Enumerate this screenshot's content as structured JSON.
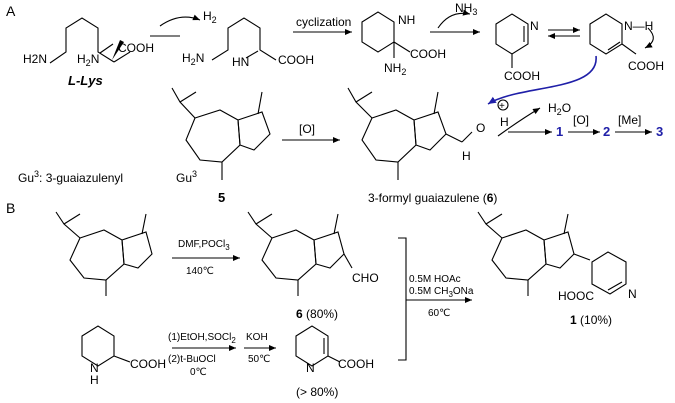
{
  "panels": {
    "a": "A",
    "b": "B"
  },
  "panel_a": {
    "lys": {
      "nh2_left": "H2N",
      "nh2_sub": "2",
      "n_h": "N",
      "h2": "H",
      "h2_sub": "2",
      "cooh": "COOH",
      "name": "L-Lys"
    },
    "h2_release": {
      "label": "H",
      "sub": "2"
    },
    "imine": {
      "h2n": "H2N",
      "hn": "HN",
      "cooh": "COOH"
    },
    "cyclization_label": "cyclization",
    "cyclic_aminal": {
      "nh": "NH",
      "cooh": "COOH",
      "nh2": "NH",
      "nh2_sub": "2"
    },
    "nh3_release": {
      "label": "NH",
      "sub": "3"
    },
    "pyrroline": {
      "n": "N",
      "cooh": "COOH"
    },
    "enamine": {
      "nh": "N—H",
      "cooh": "COOH"
    },
    "gu_legend": {
      "sup": "3",
      "text": ": 3-guaiazulenyl",
      "prefix": "Gu"
    },
    "compound5": {
      "gu": "Gu",
      "gu_sup": "3",
      "label": "5"
    },
    "oxidation1": "[O]",
    "formyl": {
      "h": "H",
      "o": "O",
      "label": "3-formyl guaiazulene (",
      "label_num": "6",
      "label_end": ")"
    },
    "proton": {
      "plus": "+",
      "h": "H"
    },
    "water": {
      "label": "H",
      "sub": "2",
      "o": "O"
    },
    "steps": {
      "c1": "1",
      "ox": "[O]",
      "c2": "2",
      "me": "[Me]",
      "c3": "3"
    }
  },
  "panel_b": {
    "step1": {
      "reagent": "DMF,POCl",
      "reagent_sub": "3",
      "temp": "140℃"
    },
    "cho": "CHO",
    "product6": {
      "num": "6",
      "yield": " (80%)"
    },
    "step2": {
      "r1": "(1)EtOH,SOCl",
      "r1_sub": "2",
      "r2": "(2)t-BuOCl",
      "temp": "0℃"
    },
    "pip": {
      "nh": "N",
      "h": "H",
      "cooh": "COOH"
    },
    "step3": {
      "reagent": "KOH",
      "temp": "50℃"
    },
    "imino": {
      "n": "N",
      "cooh": "COOH",
      "yield": "(> 80%)"
    },
    "coupling": {
      "r1": "0.5M HOAc",
      "r2": "0.5M CH",
      "r2_sub": "3",
      "r2_end": "ONa",
      "temp": "60℃"
    },
    "product1": {
      "hooc": "HOOC",
      "n": "N",
      "num": "1",
      "yield": " (10%)"
    }
  },
  "colors": {
    "ink": "#000000",
    "accent_blue": "#1f1fa8",
    "background": "#ffffff"
  }
}
